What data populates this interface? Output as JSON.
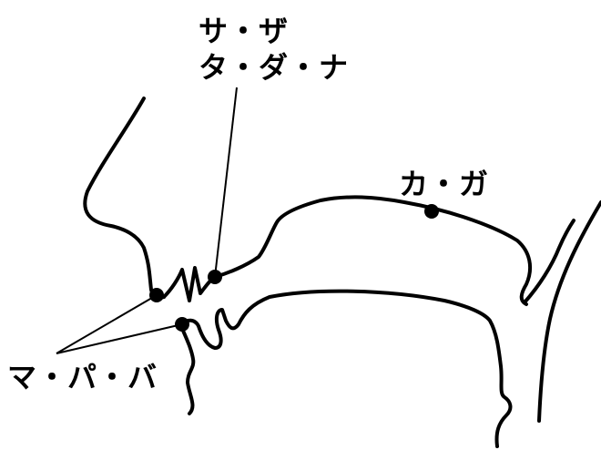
{
  "labels": {
    "dental_line1": "サ・ザ",
    "dental_line2": "タ・ダ・ナ",
    "velar": "カ・ガ",
    "labial": "マ・パ・バ"
  }
}
